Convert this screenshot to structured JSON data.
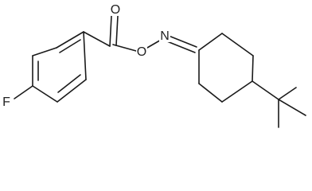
{
  "molecule": {
    "atom_labels": {
      "oxygen_carbonyl": "O",
      "oxygen_ester": "O",
      "nitrogen": "N",
      "fluorine": "F"
    }
  }
}
